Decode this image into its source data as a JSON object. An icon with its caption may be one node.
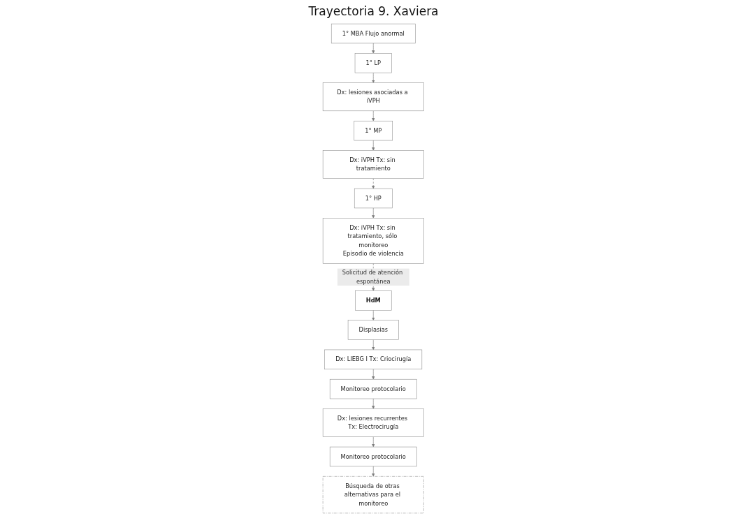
{
  "diagram": {
    "title": "Trayectoria  9. Xaviera",
    "nodes": [
      {
        "text": [
          "1° MBA Flujo anormal"
        ]
      },
      {
        "text": [
          "1° LP"
        ]
      },
      {
        "text": [
          "Dx: lesiones asociadas a iVPH"
        ]
      },
      {
        "text": [
          "1° MP"
        ]
      },
      {
        "text": [
          "Dx: iVPH Tx: sin tratamiento"
        ]
      },
      {
        "text": [
          "1° HP"
        ]
      },
      {
        "text": [
          "Dx: iVPH Tx: sin tratamiento, sólo monitoreo",
          "Episodio de violencia"
        ]
      },
      {
        "text": [
          "HdM"
        ]
      },
      {
        "text": [
          "Displasias"
        ]
      },
      {
        "text": [
          "Dx: LIEBG I Tx: Criocirugía"
        ]
      },
      {
        "text": [
          "Monitoreo protocolario"
        ]
      },
      {
        "text": [
          "Dx: lesiones recurrentes Tx: Electrocirugía"
        ]
      },
      {
        "text": [
          "Monitoreo protocolario"
        ]
      },
      {
        "text": [
          "Búsqueda de otras alternativas para el monitoreo"
        ]
      }
    ],
    "edges": [
      {
        "from": 0,
        "to": 1,
        "arrow": "to"
      },
      {
        "from": 1,
        "to": 2,
        "arrow": "to"
      },
      {
        "from": 2,
        "to": 3,
        "arrow": "to"
      },
      {
        "from": 3,
        "to": 4,
        "arrow": "to"
      },
      {
        "from": 4,
        "to": 5,
        "arrow": "to",
        "style": "dashed"
      },
      {
        "from": 5,
        "to": 6,
        "arrow": "to"
      },
      {
        "from": 6,
        "to": 7,
        "arrow": "to",
        "style": "dashed",
        "label": "Solicitud de atención espontánea"
      },
      {
        "from": 7,
        "to": 8,
        "arrow": "to"
      },
      {
        "from": 8,
        "to": 9,
        "arrow": "to"
      },
      {
        "from": 9,
        "to": 10,
        "arrow": "to"
      },
      {
        "from": 10,
        "to": 11,
        "arrow": "to"
      },
      {
        "from": 11,
        "to": 12,
        "arrow": "to"
      },
      {
        "from": 12,
        "to": 13,
        "arrow": "to"
      }
    ]
  }
}
